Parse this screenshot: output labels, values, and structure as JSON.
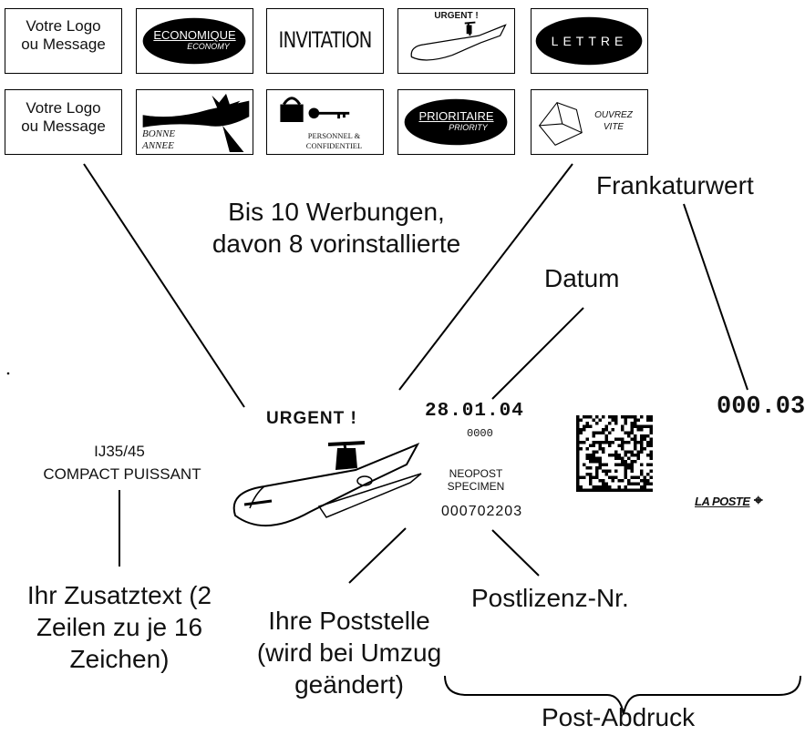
{
  "tiles": {
    "row1": [
      {
        "line1": "Votre Logo",
        "line2": "ou Message"
      },
      {
        "text": "ECONOMIQUE",
        "subtext": "ECONOMY"
      },
      {
        "text": "INVITATION"
      },
      {
        "text": "URGENT !"
      },
      {
        "text": "LETTRE"
      }
    ],
    "row2": [
      {
        "line1": "Votre Logo",
        "line2": "ou Message"
      },
      {
        "line1": "BONNE",
        "line2": "ANNEE"
      },
      {
        "line1": "PERSONNEL &",
        "line2": "CONFIDENTIEL"
      },
      {
        "text": "PRIORITAIRE",
        "subtext": "PRIORITY"
      },
      {
        "line1": "OUVREZ",
        "line2": "VITE"
      }
    ]
  },
  "labels": {
    "ads": [
      "Bis 10 Werbungen,",
      "davon 8 vorinstallierte"
    ],
    "frankatur": "Frankaturwert",
    "datum": "Datum",
    "zusatz": [
      "Ihr Zusatztext (2",
      "Zeilen zu je 16",
      "Zeichen)"
    ],
    "poststelle": [
      "Ihre Poststelle",
      "(wird bei Umzug",
      "geändert)"
    ],
    "postlizenz": "Postlizenz-Nr.",
    "postabdruck": "Post-Abdruck"
  },
  "imprint": {
    "urgent": "URGENT !",
    "zusatz_line1": "IJ35/45",
    "zusatz_line2": "COMPACT PUISSANT",
    "date": "28.01.04",
    "date_sub": "0000",
    "neopost": "NEOPOST",
    "specimen": "SPECIMEN",
    "license": "000702203",
    "value": "000.03",
    "laposte": "LA POSTE"
  }
}
